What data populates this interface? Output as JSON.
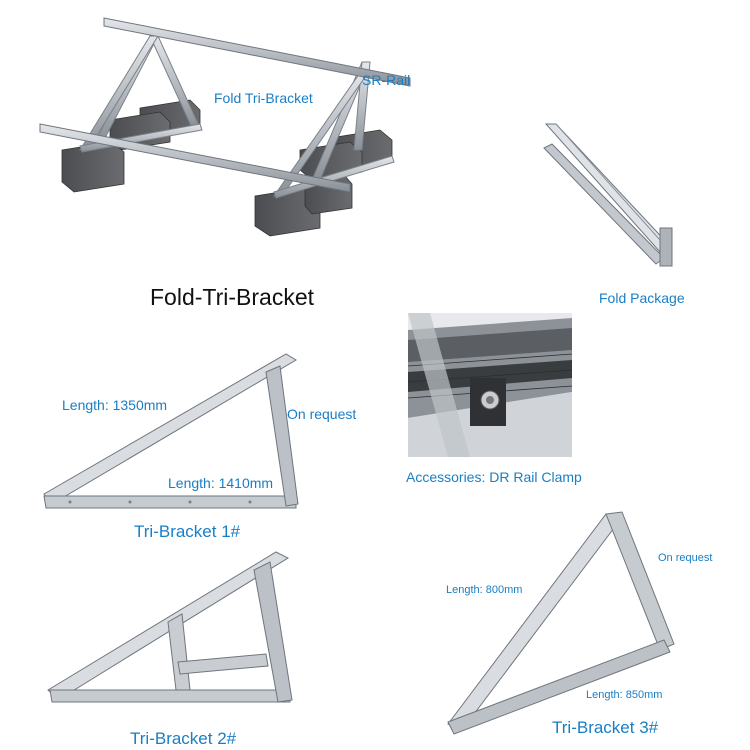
{
  "labels": {
    "fold_tri_bracket": "Fold Tri-Bracket",
    "sr_rail": "SR-Rail",
    "fold_package": "Fold Package",
    "main_title": "Fold-Tri-Bracket",
    "accessories": "Accessories: DR Rail Clamp",
    "b1_length_a": "Length: 1350mm",
    "b1_length_b": "Length: 1410mm",
    "b1_on_request": "On request",
    "b1_title": "Tri-Bracket 1#",
    "b2_title": "Tri-Bracket 2#",
    "b3_length_a": "Length: 800mm",
    "b3_length_b": "Length: 850mm",
    "b3_on_request": "On request",
    "b3_title": "Tri-Bracket 3#"
  },
  "colors": {
    "label_blue": "#1a7ec4",
    "metal": "#c9cdd2",
    "metal_edge": "#6f757c",
    "block": "#55575b"
  }
}
